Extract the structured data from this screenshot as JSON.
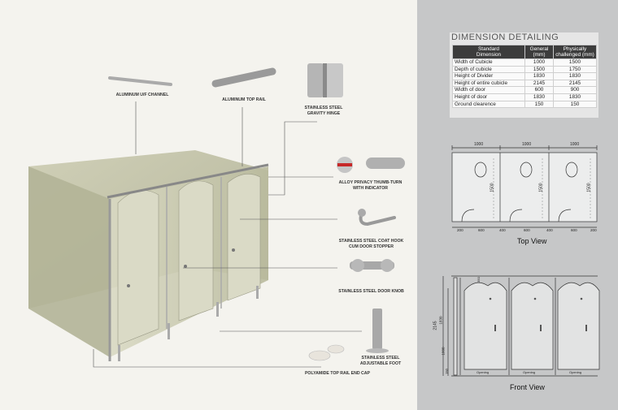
{
  "title": "DIMENSION DETAILING",
  "table": {
    "headers": [
      "Standard\nDimension",
      "General\n(mm)",
      "Physically\nchallenged (mm)"
    ],
    "rows": [
      [
        "Width of Cubicle",
        "1000",
        "1500"
      ],
      [
        "Depth of cubicle",
        "1500",
        "1750"
      ],
      [
        "Height of Divider",
        "1830",
        "1830"
      ],
      [
        "Height of entire cubicle",
        "2145",
        "2145"
      ],
      [
        "Width of door",
        "600",
        "900"
      ],
      [
        "Height of door",
        "1830",
        "1830"
      ],
      [
        "Ground clearence",
        "150",
        "150"
      ]
    ]
  },
  "labels": {
    "uf_channel": "ALUMINUM U/F CHANNEL",
    "top_rail": "ALUMINUM TOP RAIL",
    "hinge_1": "STAINLESS STEEL",
    "hinge_2": "GRAVITY HINGE",
    "thumb_1": "ALLOY PRIVACY THUMB-TURN",
    "thumb_2": "WITH INDICATOR",
    "hook_1": "STAINLESS STEEL COAT HOOK",
    "hook_2": "CUM DOOR STOPPER",
    "knob": "STAINLESS STEEL DOOR KNOB",
    "foot_1": "STAINLESS STEEL",
    "foot_2": "ADJUSTABLE FOOT",
    "endcap": "POLYAMIDE TOP RAIL END CAP"
  },
  "top_view": {
    "label": "Top View",
    "widths": [
      "1000",
      "1000",
      "1000"
    ],
    "depth": "1500",
    "bottom": [
      "200",
      "600",
      "400",
      "600",
      "400",
      "600",
      "200"
    ]
  },
  "front_view": {
    "label": "Front View",
    "heights": [
      "2145",
      "1830",
      "1000",
      "150"
    ],
    "opening": "Opening",
    "top_gap": "350"
  },
  "colors": {
    "panel_bg": "#c6c7c8",
    "table_header": "#3c3c3c",
    "glass": "#b8b89a"
  }
}
